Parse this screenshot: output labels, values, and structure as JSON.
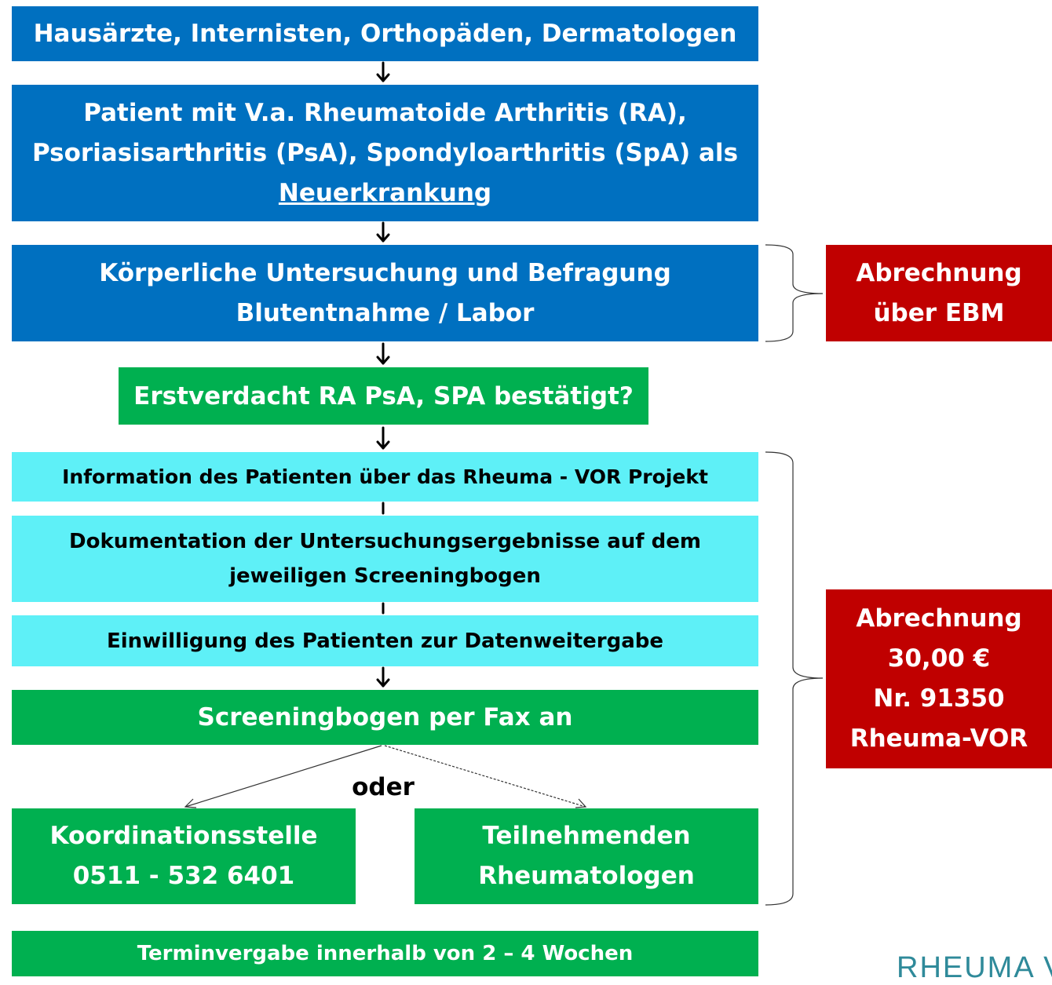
{
  "flow": {
    "box1": "Hausärzte, Internisten, Orthopäden, Dermatologen",
    "box2": {
      "line1": "Patient mit V.a. Rheumatoide Arthritis (RA),",
      "line2": "Psoriasisarthritis (PsA), Spondyloarthritis (SpA) als",
      "line3": "Neuerkrankung"
    },
    "box3": {
      "line1": "Körperliche Untersuchung und Befragung",
      "line2": "Blutentnahme / Labor"
    },
    "box4": "Erstverdacht RA PsA, SPA bestätigt?",
    "box5": "Information des Patienten über das Rheuma - VOR Projekt",
    "box6": {
      "line1": "Dokumentation der Untersuchungsergebnisse auf dem",
      "line2": "jeweiligen Screeningbogen"
    },
    "box7": "Einwilligung des Patienten zur Datenweitergabe",
    "box8": "Screeningbogen per Fax an",
    "oder": "oder",
    "box9": {
      "line1": "Koordinationsstelle",
      "line2": "0511 - 532 6401"
    },
    "box10": {
      "line1": "Teilnehmenden",
      "line2": "Rheumatologen"
    },
    "box11": "Terminvergabe innerhalb von 2 – 4 Wochen"
  },
  "billing": {
    "ebm": {
      "line1": "Abrechnung",
      "line2": "über EBM"
    },
    "vor": {
      "line1": "Abrechnung",
      "line2": "30,00 €",
      "line3": "Nr. 91350",
      "line4": "Rheuma-VOR"
    }
  },
  "logo": "RHEUMA V",
  "colors": {
    "blue": "#0070c0",
    "green": "#00b050",
    "cyan": "#5ef0f7",
    "red": "#c00000"
  }
}
